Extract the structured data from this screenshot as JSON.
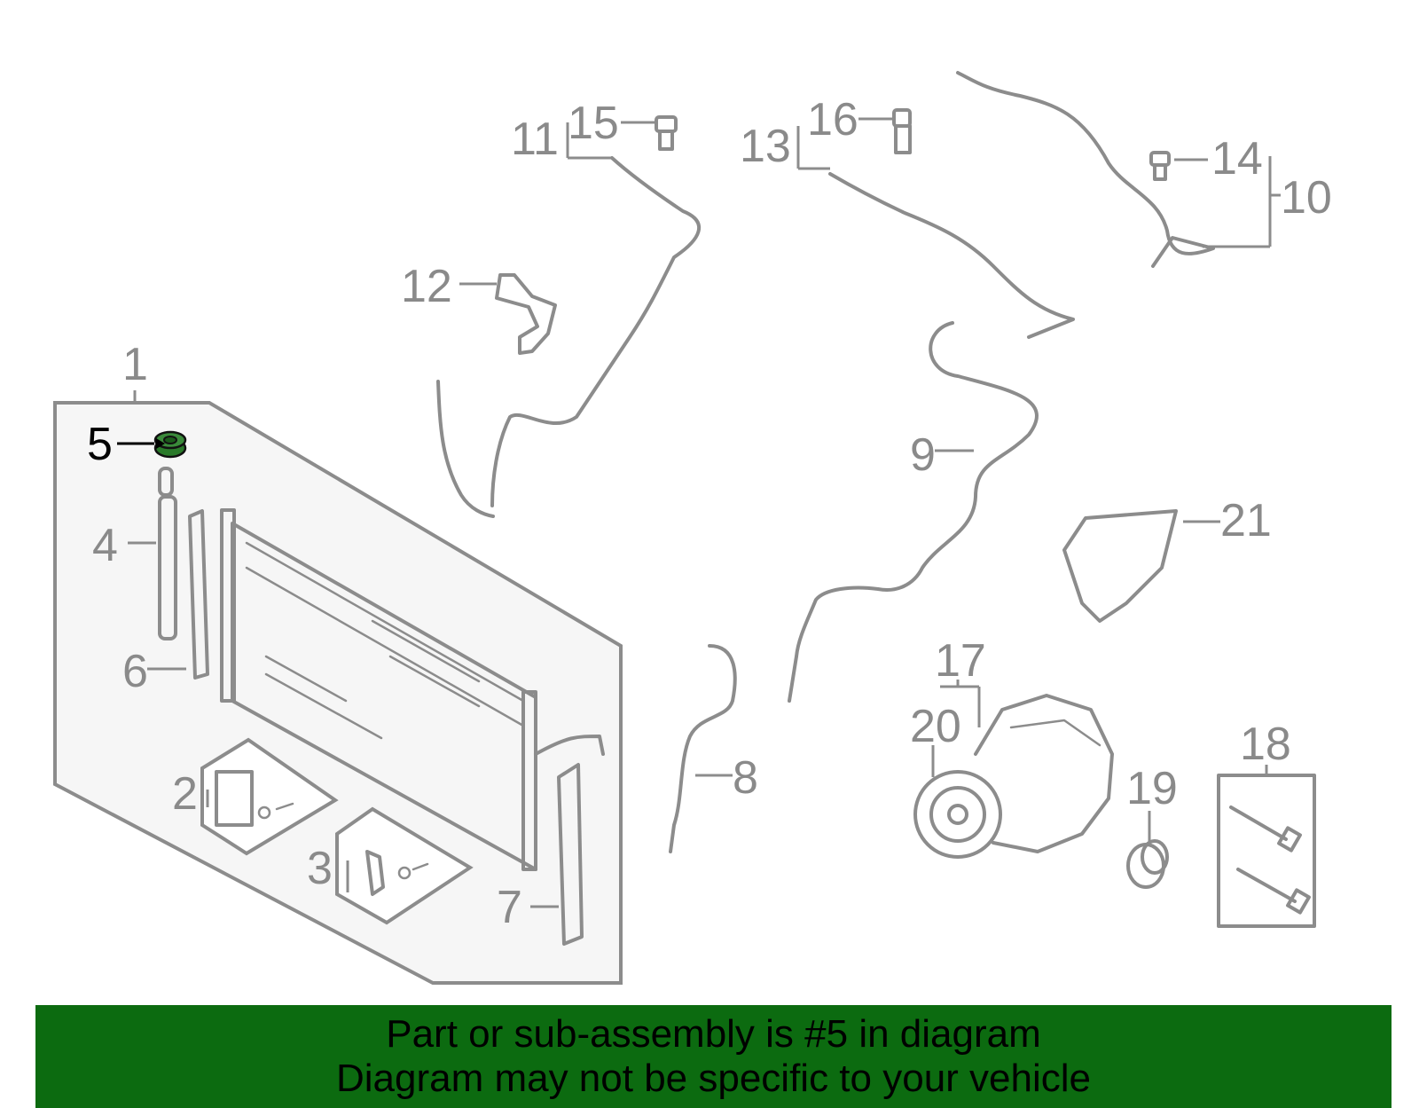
{
  "callouts": [
    {
      "id": "1",
      "label": "1"
    },
    {
      "id": "2",
      "label": "2"
    },
    {
      "id": "3",
      "label": "3"
    },
    {
      "id": "4",
      "label": "4"
    },
    {
      "id": "5",
      "label": "5",
      "highlighted": true
    },
    {
      "id": "6",
      "label": "6"
    },
    {
      "id": "7",
      "label": "7"
    },
    {
      "id": "8",
      "label": "8"
    },
    {
      "id": "9",
      "label": "9"
    },
    {
      "id": "10",
      "label": "10"
    },
    {
      "id": "11",
      "label": "11"
    },
    {
      "id": "12",
      "label": "12"
    },
    {
      "id": "13",
      "label": "13"
    },
    {
      "id": "14",
      "label": "14"
    },
    {
      "id": "15",
      "label": "15"
    },
    {
      "id": "16",
      "label": "16"
    },
    {
      "id": "17",
      "label": "17"
    },
    {
      "id": "18",
      "label": "18"
    },
    {
      "id": "19",
      "label": "19"
    },
    {
      "id": "20",
      "label": "20"
    },
    {
      "id": "21",
      "label": "21"
    }
  ],
  "banner": {
    "line1": "Part or sub-assembly is #5 in diagram",
    "line2": "Diagram may not be specific to your vehicle"
  },
  "colors": {
    "banner_bg": "#0c6b10",
    "highlight_part": "#1f6e1f",
    "line_art": "#8c8c8c"
  }
}
